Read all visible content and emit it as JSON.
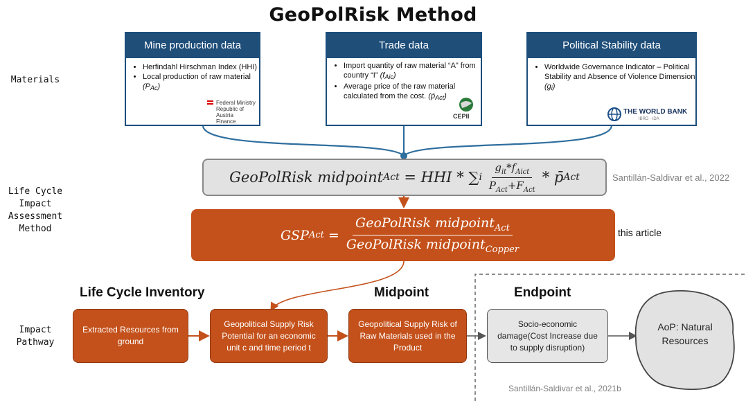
{
  "title": "GeoPolRisk Method",
  "rows": {
    "materials": "Materials",
    "lcia": "Life Cycle\nImpact\nAssessment\nMethod",
    "pathway": "Impact\nPathway"
  },
  "cards": [
    {
      "header": "Mine production data",
      "bullets": [
        {
          "text": "Herfindahl Hirschman Index (HHI)",
          "sym": ""
        },
        {
          "text": "Local production of raw material",
          "sym": "(P",
          "sub": "Ac",
          "end": ")"
        }
      ],
      "logo": "Federal Ministry\nRepublic of Austria\nFinance"
    },
    {
      "header": "Trade data",
      "bullets": [
        {
          "text": "Import quantity of raw material “A” from country “I”",
          "sym": "(f",
          "sub": "Aic",
          "end": ")"
        },
        {
          "text": "Average price of the raw material calculated from the cost.",
          "sym": "(p̄",
          "sub": "Act",
          "end": ")"
        }
      ],
      "logo": "CEPII"
    },
    {
      "header": "Political Stability data",
      "bullets": [
        {
          "text": "Worldwide Governance Indicator – Political Stability and Absence of Violence Dimension",
          "sym": "(g",
          "sub": "i",
          "end": ")"
        }
      ],
      "logo": "THE WORLD BANK",
      "logo_sub": "IBRD · IDA"
    }
  ],
  "formula1": {
    "lhs": "GeoPolRisk midpoint",
    "lhs_sub": "Act",
    "eq": "= HHI * ∑",
    "sum_sub": "i",
    "num": "g",
    "num_sub": "it",
    "num2": "*f",
    "num2_sub": "Aict",
    "den": "P",
    "den_sub": "Act",
    "den2": "+F",
    "den2_sub": "Act",
    "tail": "* p̄",
    "tail_sub": "Act",
    "cite": "Santillán-Saldivar et al., 2022"
  },
  "formula2": {
    "lhs": "GSP",
    "lhs_sub": "Act",
    "eq": "=",
    "num": "GeoPolRisk midpoint",
    "num_sub": "Act",
    "den": "GeoPolRisk midpoint",
    "den_sub": "Copper",
    "cite": "this article"
  },
  "sections": {
    "lci": "Life Cycle Inventory",
    "midpoint": "Midpoint",
    "endpoint": "Endpoint"
  },
  "pathway_boxes": [
    "Extracted Resources from ground",
    "Geopolitical Supply Risk Potential for an economic unit c and time period t",
    "Geopolitical Supply Risk of Raw Materials used in the Product",
    "Socio-economic damage(Cost Increase due to supply disruption)",
    "AoP: Natural Resources"
  ],
  "endpoint_cite": "Santillán-Saldivar et al., 2021b",
  "colors": {
    "navy": "#1f4e79",
    "orange": "#c4511b",
    "grey": "#e2e2e2",
    "connector": "#2e6e9e"
  }
}
